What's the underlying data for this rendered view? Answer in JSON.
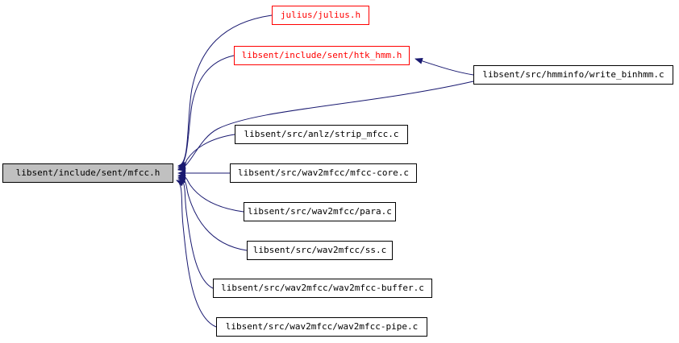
{
  "diagram": {
    "type": "include-dependency-graph",
    "edge_color": "#191970",
    "main_node_fill": "#c0c0c0",
    "truncated_node_color": "#ff0000",
    "main_node": {
      "label": "libsent/include/sent/mfcc.h"
    },
    "nodes": [
      {
        "label": "julius/julius.h"
      },
      {
        "label": "libsent/include/sent/htk_hmm.h"
      },
      {
        "label": "libsent/src/hmminfo/write_binhmm.c"
      },
      {
        "label": "libsent/src/anlz/strip_mfcc.c"
      },
      {
        "label": "libsent/src/wav2mfcc/mfcc-core.c"
      },
      {
        "label": "libsent/src/wav2mfcc/para.c"
      },
      {
        "label": "libsent/src/wav2mfcc/ss.c"
      },
      {
        "label": "libsent/src/wav2mfcc/wav2mfcc-buffer.c"
      },
      {
        "label": "libsent/src/wav2mfcc/wav2mfcc-pipe.c"
      }
    ],
    "edges": [
      {
        "from": "julius/julius.h",
        "to": "libsent/include/sent/mfcc.h"
      },
      {
        "from": "libsent/include/sent/htk_hmm.h",
        "to": "libsent/include/sent/mfcc.h"
      },
      {
        "from": "libsent/src/hmminfo/write_binhmm.c",
        "to": "libsent/include/sent/htk_hmm.h"
      },
      {
        "from": "libsent/src/hmminfo/write_binhmm.c",
        "to": "libsent/include/sent/mfcc.h"
      },
      {
        "from": "libsent/src/anlz/strip_mfcc.c",
        "to": "libsent/include/sent/mfcc.h"
      },
      {
        "from": "libsent/src/wav2mfcc/mfcc-core.c",
        "to": "libsent/include/sent/mfcc.h"
      },
      {
        "from": "libsent/src/wav2mfcc/para.c",
        "to": "libsent/include/sent/mfcc.h"
      },
      {
        "from": "libsent/src/wav2mfcc/ss.c",
        "to": "libsent/include/sent/mfcc.h"
      },
      {
        "from": "libsent/src/wav2mfcc/wav2mfcc-buffer.c",
        "to": "libsent/include/sent/mfcc.h"
      },
      {
        "from": "libsent/src/wav2mfcc/wav2mfcc-pipe.c",
        "to": "libsent/include/sent/mfcc.h"
      }
    ]
  }
}
